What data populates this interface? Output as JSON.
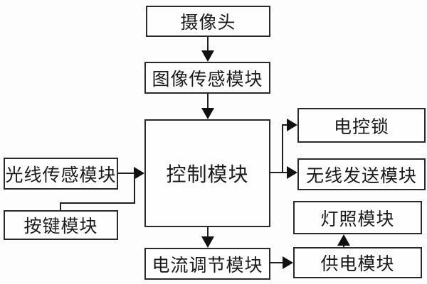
{
  "diagram": {
    "type": "flowchart",
    "background_color": "#fdfdfd",
    "line_color": "#1f1f1f",
    "box_border_color": "#2a2a2a",
    "text_color": "#1a1a1a",
    "nodes": {
      "camera": {
        "label": "摄像头"
      },
      "image_sensor": {
        "label": "图像传感模块"
      },
      "control": {
        "label": "控制模块"
      },
      "light_sensor": {
        "label": "光线传感模块"
      },
      "button": {
        "label": "按键模块"
      },
      "electric_lock": {
        "label": "电控锁"
      },
      "wireless": {
        "label": "无线发送模块"
      },
      "lighting": {
        "label": "灯照模块"
      },
      "power": {
        "label": "供电模块"
      },
      "current_regulator": {
        "label": "电流调节模块"
      }
    },
    "edges": [
      {
        "from": "camera",
        "to": "image_sensor",
        "directed": true
      },
      {
        "from": "image_sensor",
        "to": "control",
        "directed": true
      },
      {
        "from": "light_sensor",
        "to": "control",
        "directed": true
      },
      {
        "from": "button",
        "to": "control",
        "directed": true
      },
      {
        "from": "control",
        "to": "electric_lock",
        "directed": true
      },
      {
        "from": "control",
        "to": "wireless",
        "directed": true
      },
      {
        "from": "control",
        "to": "current_regulator",
        "directed": true
      },
      {
        "from": "current_regulator",
        "to": "power",
        "directed": true
      },
      {
        "from": "power",
        "to": "lighting",
        "directed": true
      }
    ]
  }
}
